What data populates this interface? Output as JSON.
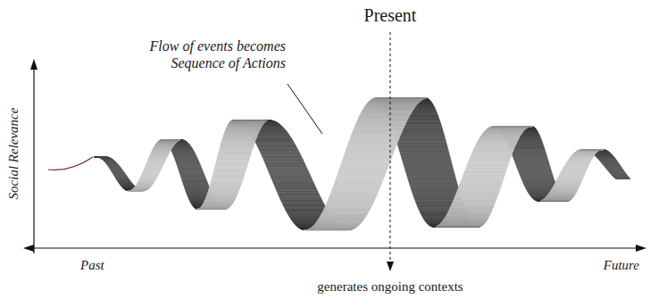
{
  "diagram": {
    "labels": [
      "Present",
      "Flow of events becomes Sequence of Actions",
      "Social Relevance",
      "Past",
      "Future",
      "generates ongoing contexts"
    ]
  }
}
